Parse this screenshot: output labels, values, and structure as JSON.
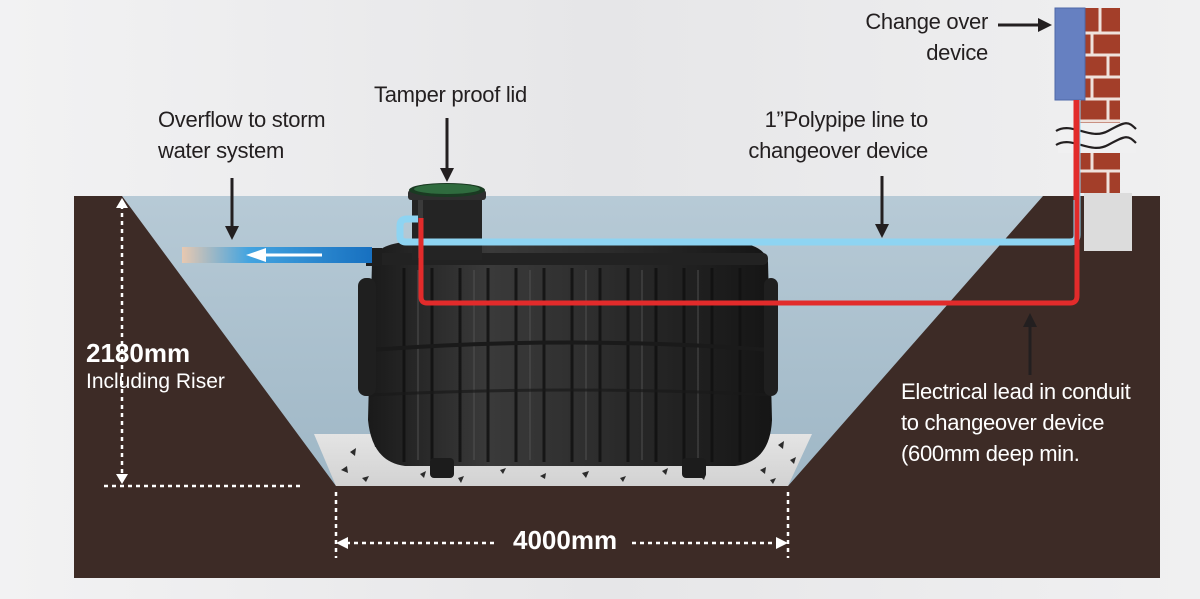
{
  "labels": {
    "overflow": [
      "Overflow to storm",
      "water system"
    ],
    "lid": "Tamper proof lid",
    "polypipe": [
      "1”Polypipe line to",
      "changeover device"
    ],
    "change_over": [
      "Change over",
      "device"
    ],
    "electrical": [
      "Electrical lead in conduit",
      "to changeover device",
      "(600mm deep min."
    ]
  },
  "dimensions": {
    "height_value": "2180mm",
    "height_note": "Including Riser",
    "width_value": "4000mm"
  },
  "colors": {
    "background": "#ececed",
    "soil": "#3d2b26",
    "water": "#a9bfcc",
    "tank": "#2a2a2a",
    "polypipe": "#8ed4f2",
    "electrical": "#e22b2b",
    "changeover_device": "#6680c1",
    "brick": "#9a3a27",
    "overflow_pipe": "#1e88d1"
  }
}
